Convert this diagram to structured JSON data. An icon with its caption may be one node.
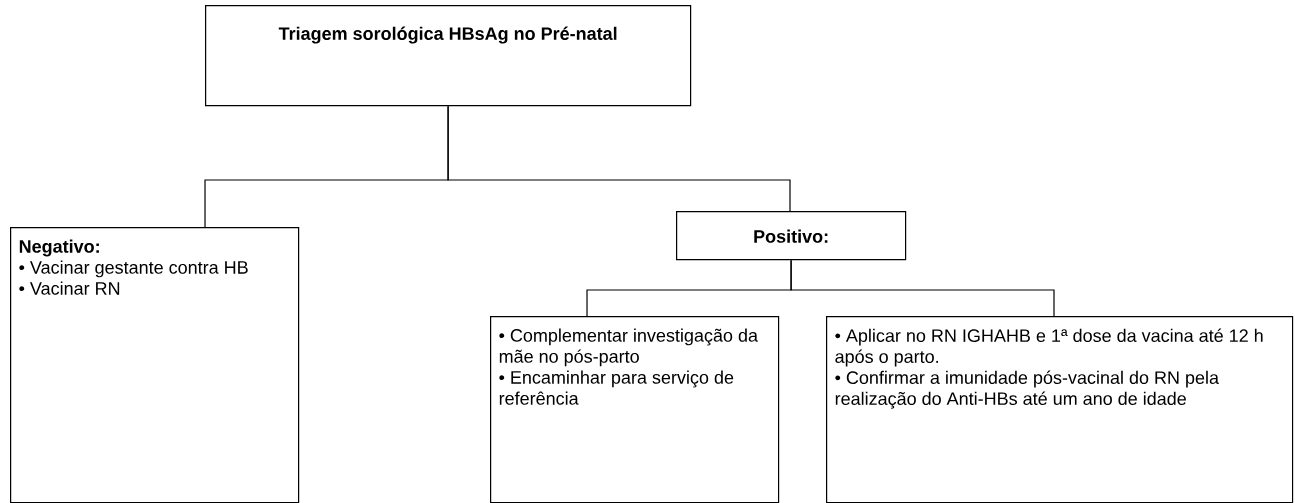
{
  "diagram": {
    "nodes": [
      {
        "text": [
          "Triagem sorológica HBsAg no Pré-natal"
        ]
      },
      {
        "text": [
          "Negativo:",
          "• Vacinar gestante contra HB",
          "• Vacinar RN"
        ]
      },
      {
        "text": [
          "Positivo:"
        ]
      },
      {
        "text": [
          "• Complementar investigação da mãe no pós-parto",
          "• Encaminhar para serviço de referência"
        ]
      },
      {
        "text": [
          "• Aplicar no RN IGHAHB e 1ª dose da vacina até 12 h após o parto.",
          "• Confirmar a imunidade pós-vacinal do RN pela realização do Anti-HBs até um ano de idade"
        ]
      }
    ],
    "edges": [
      {
        "from": 0,
        "to": 1,
        "arrow": "none"
      },
      {
        "from": 0,
        "to": 2,
        "arrow": "none"
      },
      {
        "from": 2,
        "to": 3,
        "arrow": "none"
      },
      {
        "from": 2,
        "to": 4,
        "arrow": "none"
      }
    ]
  }
}
